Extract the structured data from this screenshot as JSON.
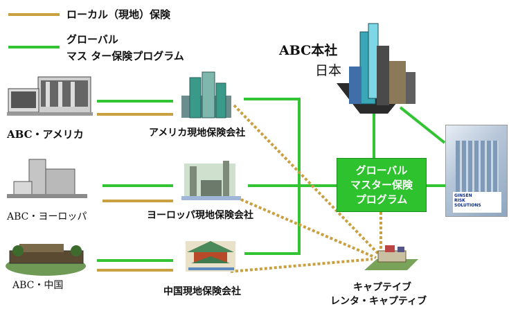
{
  "legend": {
    "local_label": "ローカル（現地）保険",
    "global_label_line1": "グローバル",
    "global_label_line2": "マス ター保険プログラム"
  },
  "colors": {
    "local_line": "#c8a040",
    "global_line": "#33c433",
    "dotted_line": "#c8a040"
  },
  "hq": {
    "line1": "ABC本社",
    "line2": "日本"
  },
  "subsidiaries": {
    "america": "ABC・アメリカ",
    "europe": "ABC・ヨーロッパ",
    "china": "ABC・中国"
  },
  "insurers": {
    "america": "アメリカ現地保険会社",
    "europe": "ヨーロッパ現地保険会社",
    "china": "中国現地保険会社"
  },
  "program_box": "グローバル\nマスター保険\nプログラム",
  "broker_logo": [
    "GINSEN",
    "RISK",
    "SOLUTIONS"
  ],
  "captive": {
    "line1": "キャプテイブ",
    "line2": "レンタ・キャプティブ"
  },
  "icons": [
    "office-building-icon",
    "skyscraper-icon",
    "parliament-icon",
    "pagoda-icon",
    "factory-icon",
    "glass-building-icon"
  ]
}
